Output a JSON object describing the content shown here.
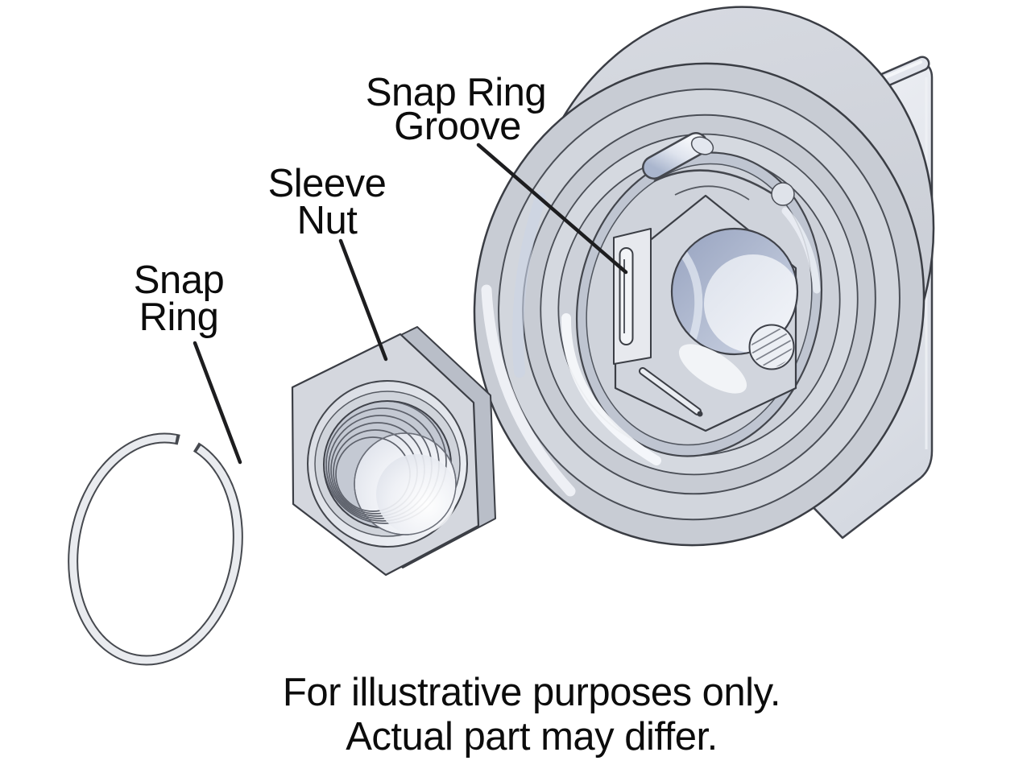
{
  "diagram": {
    "labels": {
      "groove": {
        "line1": "Snap Ring",
        "line2": "Groove"
      },
      "sleeve_nut": {
        "line1": "Sleeve",
        "line2": "Nut"
      },
      "snap_ring": {
        "line1": "Snap",
        "line2": "Ring"
      }
    },
    "caption": {
      "line1": "For illustrative purposes only.",
      "line2": "Actual part may differ."
    },
    "colors": {
      "background": "#ffffff",
      "outline": "#3f424a",
      "body_gray": "#c9cdd5",
      "body_light": "#d6dae1",
      "panel_light": "#e9ecf1",
      "highlight": "#f6f8fb",
      "bore_shadow": "#97a3c0",
      "text": "#0c0c0c",
      "leader_line": "#1d1d1f"
    }
  }
}
